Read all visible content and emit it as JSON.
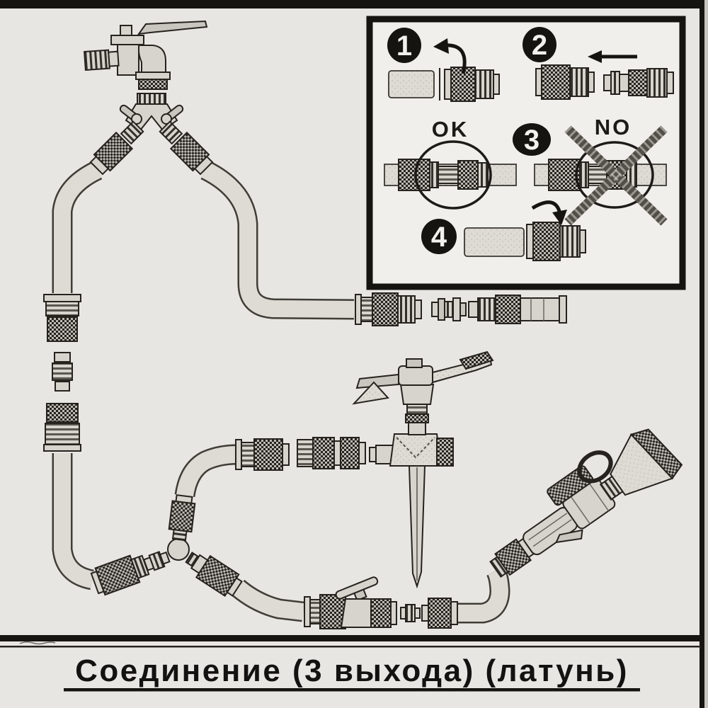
{
  "caption": {
    "text": "Соединение (3 выхода) (латунь)"
  },
  "inset": {
    "steps": [
      {
        "number": "1"
      },
      {
        "number": "2"
      },
      {
        "number": "3"
      },
      {
        "number": "4"
      }
    ],
    "ok_label": "OK",
    "no_label": "NO"
  },
  "colors": {
    "paper": "#e8e6e2",
    "inset_paper": "#f0efec",
    "ink": "#1c1a17"
  }
}
